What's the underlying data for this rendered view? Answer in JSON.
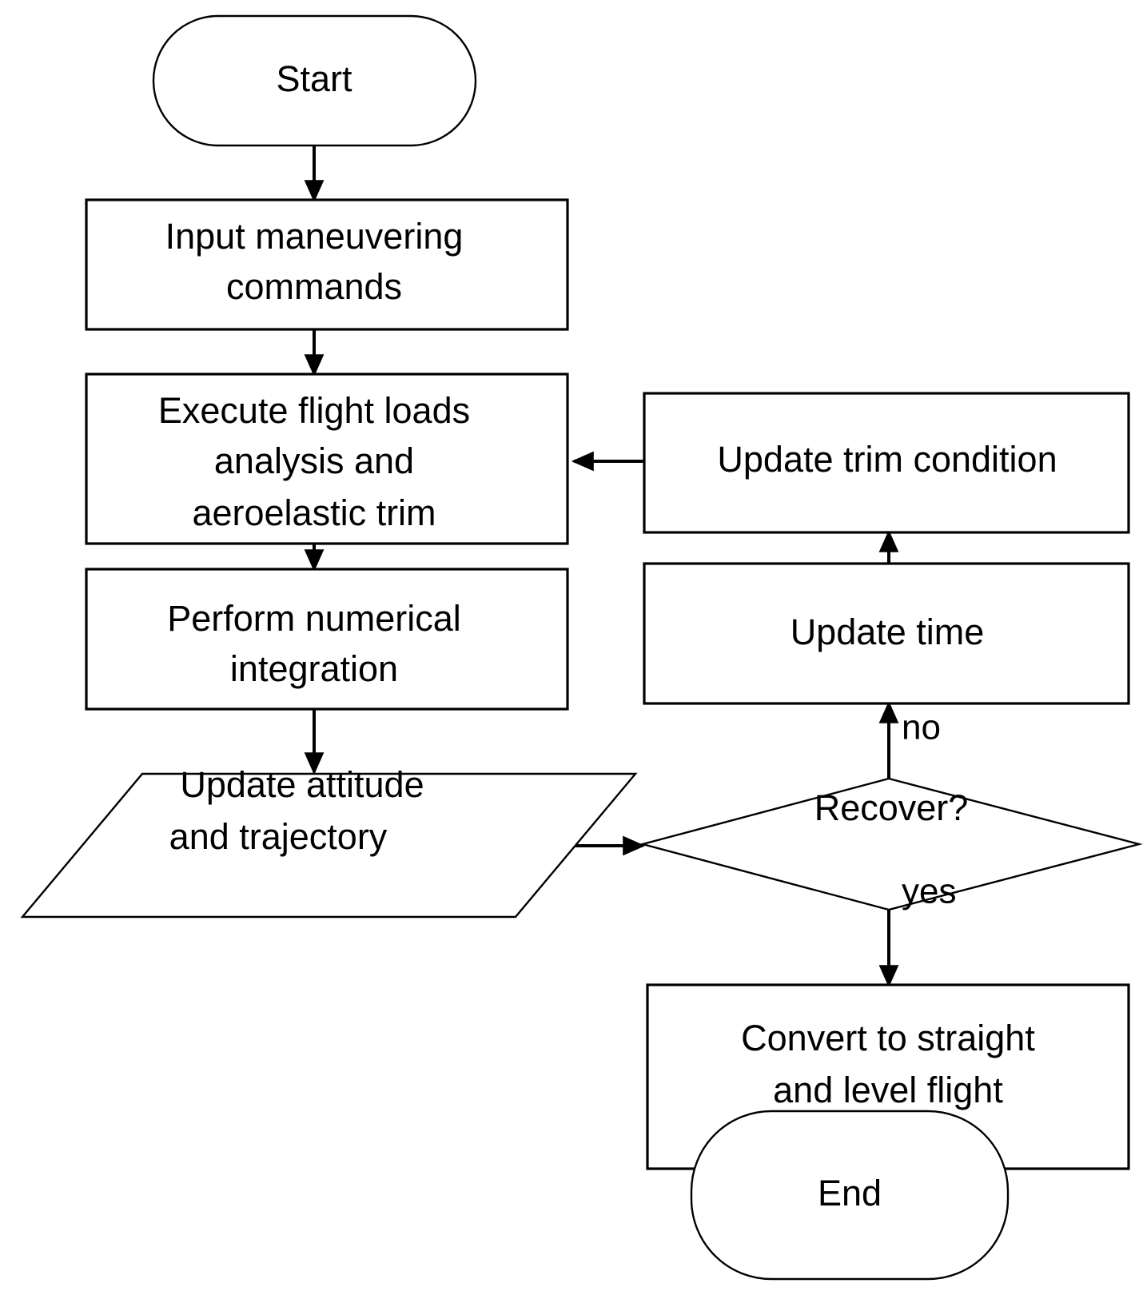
{
  "diagram": {
    "type": "flowchart",
    "title": "Maneuver loads analysis flowchart",
    "background_color": "#ffffff",
    "line_color": "#000000",
    "text_color": "#000000",
    "nodes": [
      {
        "id": "start",
        "shape": "stadium",
        "label": "Start",
        "lines": [
          "Start"
        ]
      },
      {
        "id": "input-commands",
        "shape": "rectangle",
        "label": "Input maneuvering commands",
        "lines": [
          "Input maneuvering",
          "commands"
        ]
      },
      {
        "id": "execute-loads",
        "shape": "rectangle",
        "label": "Execute flight loads analysis and aeroelastic trim",
        "lines": [
          "Execute flight loads",
          "analysis and",
          "aeroelastic trim"
        ]
      },
      {
        "id": "numerical-integration",
        "shape": "rectangle",
        "label": "Perform numerical integration",
        "lines": [
          "Perform numerical",
          "integration"
        ]
      },
      {
        "id": "update-attitude",
        "shape": "parallelogram",
        "label": "Update attitude and trajectory",
        "lines": [
          "Update attitude",
          "and trajectory"
        ]
      },
      {
        "id": "update-trim",
        "shape": "rectangle",
        "label": "Update trim condition",
        "lines": [
          "Update trim condition"
        ]
      },
      {
        "id": "update-time",
        "shape": "rectangle",
        "label": "Update time",
        "lines": [
          "Update time"
        ]
      },
      {
        "id": "recover-decision",
        "shape": "diamond",
        "label": "Recover?",
        "lines": [
          "Recover?"
        ]
      },
      {
        "id": "convert-flight",
        "shape": "rectangle",
        "label": "Convert to straight and level flight",
        "lines": [
          "Convert to straight",
          "and level flight"
        ]
      },
      {
        "id": "end",
        "shape": "stadium",
        "label": "End",
        "lines": [
          "End"
        ]
      }
    ],
    "edges": [
      {
        "id": "e-start-input",
        "from": "start",
        "to": "input-commands",
        "label": ""
      },
      {
        "id": "e-input-execute",
        "from": "input-commands",
        "to": "execute-loads",
        "label": ""
      },
      {
        "id": "e-execute-integration",
        "from": "execute-loads",
        "to": "numerical-integration",
        "label": ""
      },
      {
        "id": "e-integration-attitude",
        "from": "numerical-integration",
        "to": "update-attitude",
        "label": ""
      },
      {
        "id": "e-attitude-recover",
        "from": "update-attitude",
        "to": "recover-decision",
        "label": ""
      },
      {
        "id": "e-recover-time",
        "from": "recover-decision",
        "to": "update-time",
        "label": "no"
      },
      {
        "id": "e-time-trim",
        "from": "update-time",
        "to": "update-trim",
        "label": ""
      },
      {
        "id": "e-trim-execute",
        "from": "update-trim",
        "to": "execute-loads",
        "label": ""
      },
      {
        "id": "e-recover-convert",
        "from": "recover-decision",
        "to": "convert-flight",
        "label": "yes"
      },
      {
        "id": "e-convert-end",
        "from": "convert-flight",
        "to": "end",
        "label": ""
      }
    ]
  }
}
